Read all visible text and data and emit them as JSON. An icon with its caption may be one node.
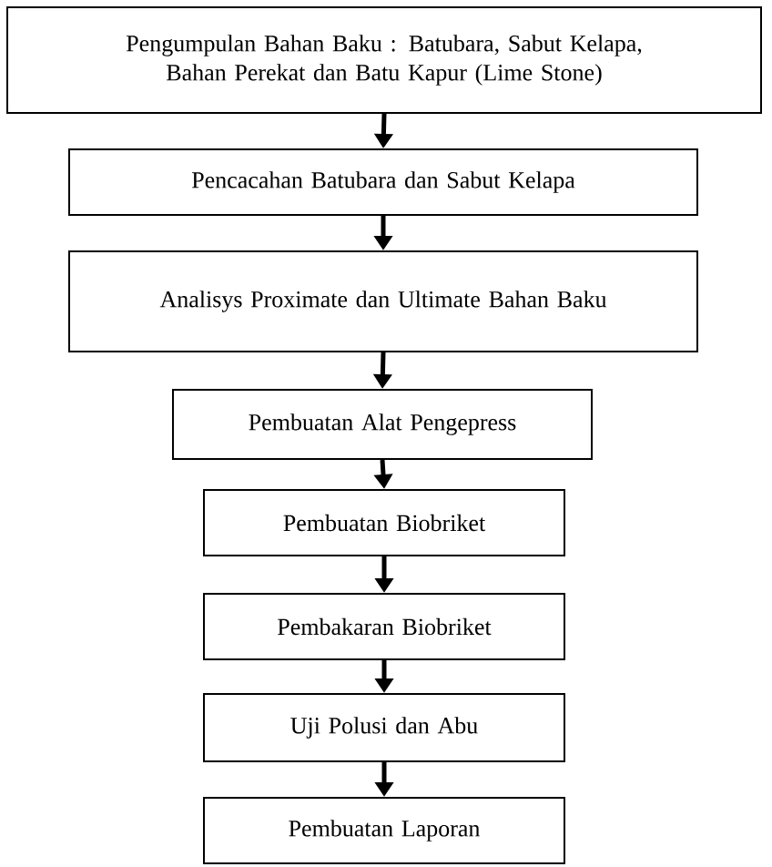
{
  "diagram": {
    "nodes": [
      {
        "text": [
          "Pengumpulan Bahan Baku : Batubara, Sabut Kelapa, Bahan Perekat dan Batu Kapur (Lime Stone)"
        ]
      },
      {
        "text": [
          "Pencacahan Batubara dan Sabut Kelapa"
        ]
      },
      {
        "text": [
          "Analisys Proximate dan Ultimate Bahan Baku"
        ]
      },
      {
        "text": [
          "Pembuatan Alat  Pengepress"
        ]
      },
      {
        "text": [
          "Pembuatan Biobriket"
        ]
      },
      {
        "text": [
          "Pembakaran Biobriket"
        ]
      },
      {
        "text": [
          "Uji Polusi dan Abu"
        ]
      },
      {
        "text": [
          "Pembuatan Laporan"
        ]
      }
    ],
    "edges": [
      {
        "from": 0,
        "to": 1,
        "arrow": "to"
      },
      {
        "from": 1,
        "to": 2,
        "arrow": "to"
      },
      {
        "from": 2,
        "to": 3,
        "arrow": "to"
      },
      {
        "from": 3,
        "to": 4,
        "arrow": "to"
      },
      {
        "from": 4,
        "to": 5,
        "arrow": "to"
      },
      {
        "from": 5,
        "to": 6,
        "arrow": "to"
      },
      {
        "from": 6,
        "to": 7,
        "arrow": "to"
      }
    ]
  }
}
